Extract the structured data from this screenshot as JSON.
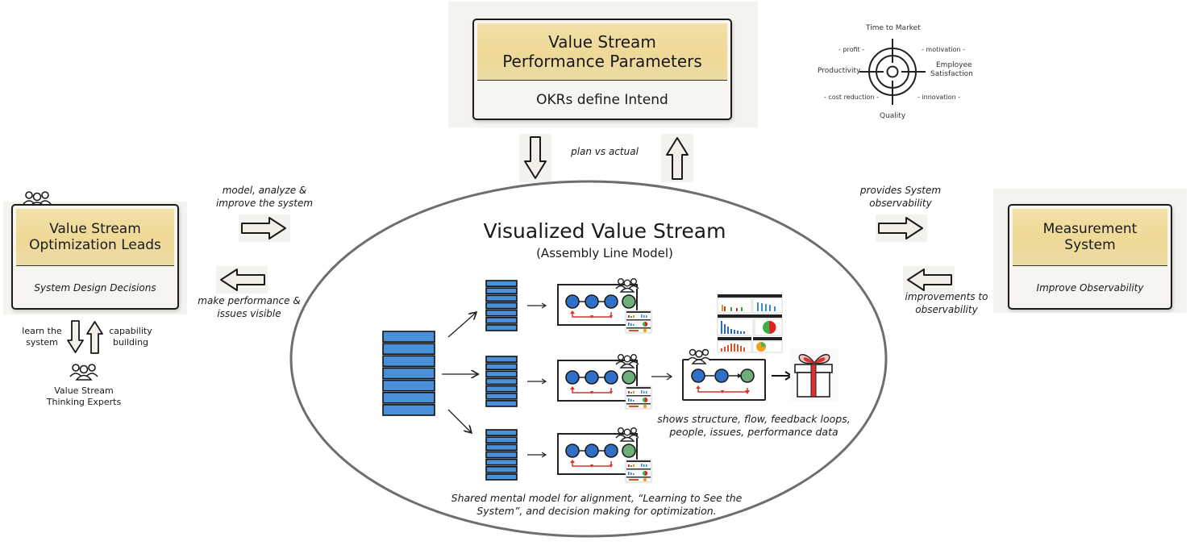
{
  "top_box": {
    "title_line1": "Value Stream",
    "title_line2": "Performance Parameters",
    "subtitle": "OKRs define Intend"
  },
  "target_chart": {
    "top": "Time to Market",
    "bottom": "Quality",
    "left": "Productivity",
    "right_line1": "Employee",
    "right_line2": "Satisfaction",
    "top_left": "- profit -",
    "top_right": "- motivation -",
    "bottom_left": "- cost reduction -",
    "bottom_right": "- innovation -"
  },
  "top_arrows": {
    "label": "plan vs actual"
  },
  "left_box": {
    "title_line1": "Value Stream",
    "title_line2": "Optimization Leads",
    "subtitle": "System Design Decisions"
  },
  "left_arrows": {
    "right_label_line1": "model, analyze &",
    "right_label_line2": "improve the system",
    "left_label_line1": "make performance &",
    "left_label_line2": "issues visible"
  },
  "experts": {
    "down_label_line1": "learn the",
    "down_label_line2": "system",
    "up_label_line1": "capability",
    "up_label_line2": "building",
    "name_line1": "Value Stream",
    "name_line2": "Thinking Experts"
  },
  "right_box": {
    "title_line1": "Measurement",
    "title_line2": "System",
    "subtitle": "Improve Observability"
  },
  "right_arrows": {
    "right_label_line1": "provides System",
    "right_label_line2": "observability",
    "left_label_line1": "improvements to",
    "left_label_line2": "observability"
  },
  "center": {
    "title": "Visualized Value Stream",
    "subtitle": "(Assembly Line Model)",
    "caption_right_line1": "shows structure, flow, feedback loops,",
    "caption_right_line2": "people, issues, performance data",
    "caption_bottom_line1": "Shared mental model for alignment, “Learning to See the",
    "caption_bottom_line2": "System”, and decision making for optimization."
  },
  "colors": {
    "card_header": "#efd996",
    "card_body": "#f6f5f1",
    "backlog_blue": "#4a90d9",
    "node_blue": "#2f6fc7",
    "node_green": "#6fae7a",
    "feedback_red": "#d9342b",
    "ellipse_gray": "#6e6e6e"
  }
}
